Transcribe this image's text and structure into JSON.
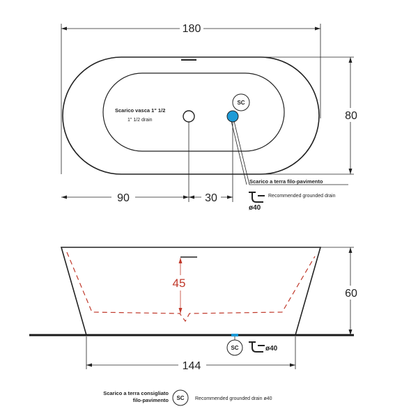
{
  "colors": {
    "outline": "#222222",
    "water_level": "#c0392b",
    "drain": "#1e9bd7",
    "floor": "#1a1a1a"
  },
  "top_view": {
    "overall_width": "180",
    "overall_depth": "80",
    "drain_offset_left": "90",
    "drain_spacing": "30",
    "tub_drain_label": "Scarico vasca 1\" 1/2",
    "tub_drain_label_en": "1\" 1/2  drain",
    "sc_badge": "SC",
    "floor_drain_label": "Scarico a terra filo-pavimento",
    "floor_drain_label_en": "Recommended grounded drain",
    "floor_drain_size": "ø40"
  },
  "side_view": {
    "water_level": "45",
    "height": "60",
    "base_length": "144",
    "sc_badge": "SC",
    "drain_size": "ø40"
  },
  "legend": {
    "label_line1": "Scarico a terra consigliato",
    "label_line2": "filo-pavimento",
    "sc_badge": "SC",
    "label_en": "Recommended grounded drain ø40"
  },
  "icons": [
    "trap-pipe-icon",
    "overflow-slot-icon"
  ]
}
